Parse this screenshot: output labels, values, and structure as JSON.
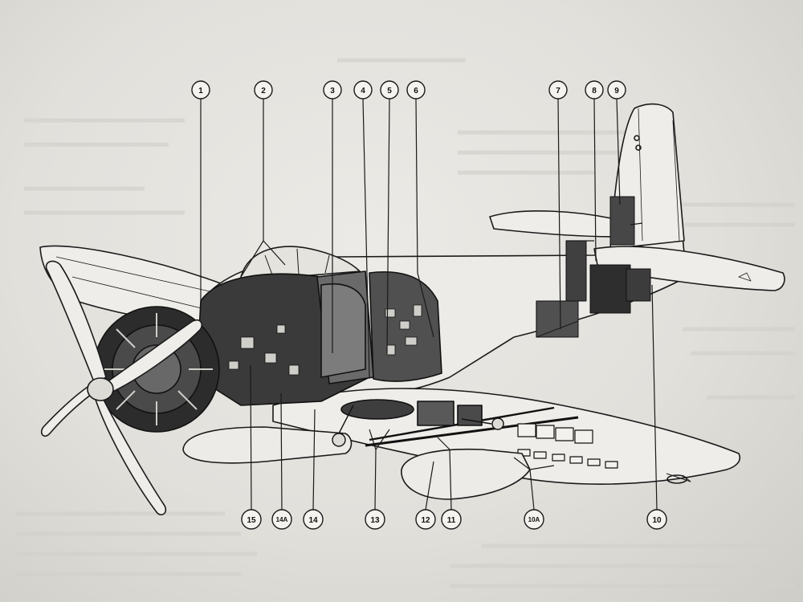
{
  "diagram": {
    "callouts": [
      {
        "id": "1"
      },
      {
        "id": "2"
      },
      {
        "id": "3"
      },
      {
        "id": "4"
      },
      {
        "id": "5"
      },
      {
        "id": "6"
      },
      {
        "id": "7"
      },
      {
        "id": "8"
      },
      {
        "id": "9"
      },
      {
        "id": "10"
      },
      {
        "id": "10A"
      },
      {
        "id": "11"
      },
      {
        "id": "12"
      },
      {
        "id": "13"
      },
      {
        "id": "14"
      },
      {
        "id": "14A"
      },
      {
        "id": "15"
      }
    ]
  },
  "colors": {
    "paper": "#e6e4df",
    "ink": "#1a1a1a",
    "shade": "#5a5a5a"
  }
}
